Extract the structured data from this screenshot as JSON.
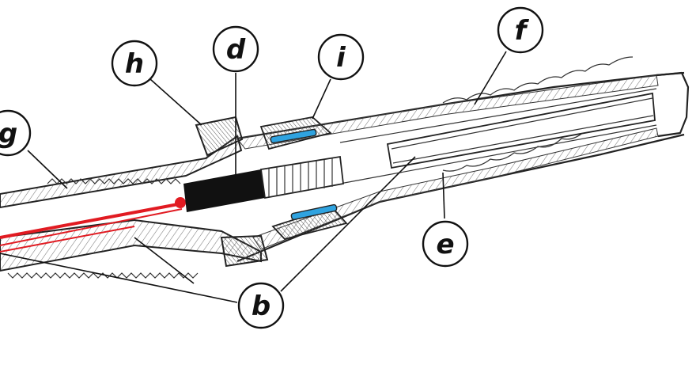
{
  "labels": {
    "b": "b",
    "d": "d",
    "e": "e",
    "f": "f",
    "g": "g",
    "h": "h",
    "i": "i"
  },
  "colors": {
    "conductor_red": "#e11b22",
    "seal_blue": "#2fa3e0",
    "core_black": "#111111",
    "ink": "#222222",
    "hatch": "#6a6a6a"
  }
}
